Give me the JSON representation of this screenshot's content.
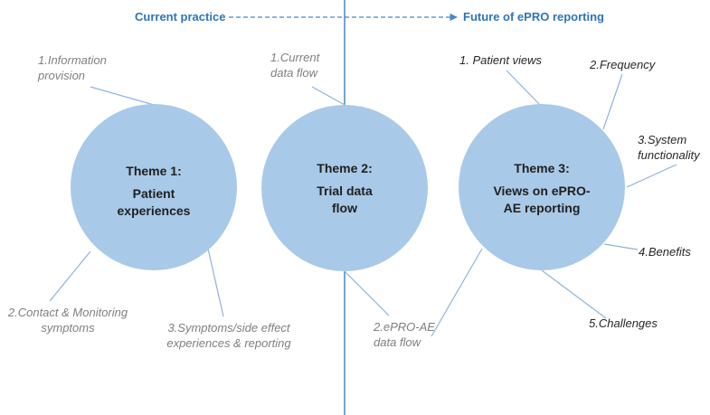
{
  "header": {
    "left": "Current practice",
    "right": "Future of ePRO reporting"
  },
  "themes": [
    {
      "title": "Theme 1:",
      "name_lines": [
        "Patient",
        "experiences"
      ]
    },
    {
      "title": "Theme 2:",
      "name_lines": [
        "Trial data",
        "flow"
      ]
    },
    {
      "title": "Theme 3:",
      "name_lines": [
        "Views on ePRO-",
        "AE reporting"
      ]
    }
  ],
  "subthemes": {
    "t1_info": [
      "1.Information",
      "provision"
    ],
    "t1_contact": [
      "2.Contact & Monitoring",
      "symptoms"
    ],
    "t1_symptoms": [
      "3.Symptoms/side effect",
      "experiences & reporting"
    ],
    "t2_current": [
      "1.Current",
      "data flow"
    ],
    "t2_epro": [
      "2.ePRO-AE",
      "data flow"
    ],
    "t3_views": [
      "1. Patient views"
    ],
    "t3_frequency": [
      "2.Frequency"
    ],
    "t3_system": [
      "3.System",
      "functionality"
    ],
    "t3_benefits": [
      "4.Benefits"
    ],
    "t3_challenges": [
      "5.Challenges"
    ]
  },
  "colors": {
    "circle_fill": "#a9c9e8",
    "divider": "#4a86c5",
    "connector": "#8fb3da",
    "header_text": "#2e75b6",
    "subtheme_grey": "#7f7f7f",
    "subtheme_dark": "#262626"
  }
}
